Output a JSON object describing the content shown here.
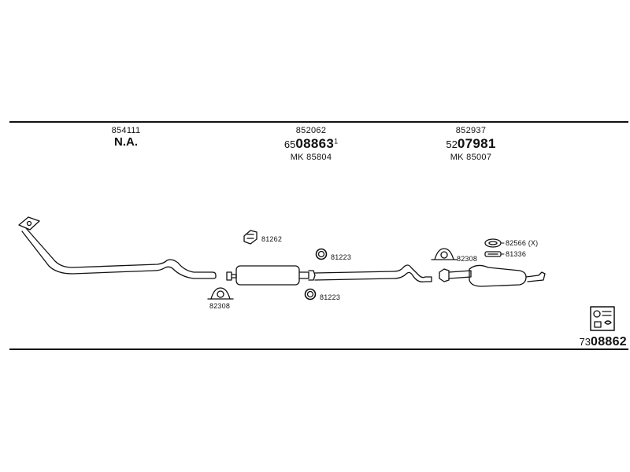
{
  "headers": [
    {
      "part_number": "854111",
      "label": "N.A."
    },
    {
      "part_number": "852062",
      "ref_prefix": "65",
      "ref_main": "08863",
      "ref_suffix": "1",
      "mk": "MK  85804"
    },
    {
      "part_number": "852937",
      "ref_prefix": "52",
      "ref_main": "07981",
      "mk": "MK  85007"
    }
  ],
  "callouts": {
    "c81262": "81262",
    "c81223_top": "81223",
    "c81223_bottom": "81223",
    "c82308_left": "82308",
    "c82308_right": "82308",
    "c82566": "82566 (X)",
    "c81336": "81336"
  },
  "footer": {
    "ref_prefix": "73",
    "ref_main": "08862"
  },
  "colors": {
    "line": "#111111",
    "background": "#ffffff"
  }
}
